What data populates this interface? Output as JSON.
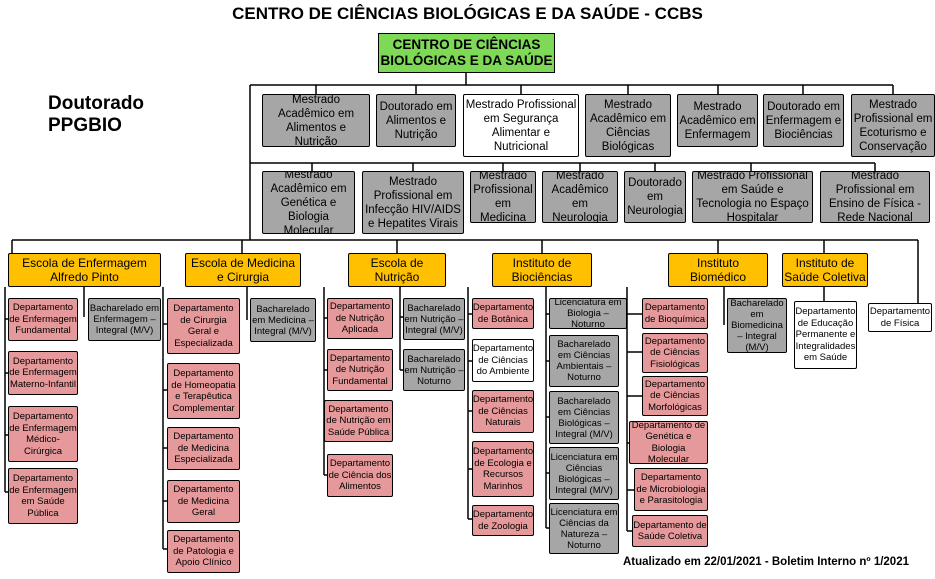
{
  "header": {
    "title": "CENTRO DE CIÊNCIAS BIOLÓGICAS E DA SAÚDE - CCBS"
  },
  "side_label": {
    "line1": "Doutorado",
    "line2": "PPGBIO"
  },
  "footer": "Atualizado em 22/01/2021 - Boletim Interno nº 1/2021",
  "top_unit": "CENTRO DE CIÊNCIAS BIOLÓGICAS E DA SAÚDE",
  "programs_row1": [
    "Mestrado Acadêmico em Alimentos e Nutrição",
    "Doutorado em Alimentos e Nutrição",
    "Mestrado Profissional em Segurança Alimentar e Nutricional",
    "Mestrado Acadêmico em Ciências Biológicas",
    "Mestrado Acadêmico em Enfermagem",
    "Doutorado em Enfermagem e Biociências",
    "Mestrado Profissional em Ecoturismo e Conservação"
  ],
  "programs_row2": [
    "Mestrado Acadêmico em Genética e Biologia Molecular",
    "Mestrado Profissional em Infecção HIV/AIDS e Hepatites Virais",
    "Mestrado Profissional em Medicina",
    "Mestrado Acadêmico em Neurologia",
    "Doutorado em Neurologia",
    "Mestrado Profissional em Saúde e Tecnologia no Espaço Hospitalar",
    "Mestrado Profissional em Ensino de Física - Rede Nacional"
  ],
  "schools": [
    {
      "name": "Escola de Enfermagem Alfredo Pinto",
      "departments": [
        "Departamento de Enfermagem Fundamental",
        "Departamento de Enfermagem Materno-Infantil",
        "Departamento de Enfermagem Médico-Cirúrgica",
        "Departamento de Enfermagem em Saúde Pública"
      ],
      "courses": [
        "Bacharelado em Enfermagem – Integral (M/V)"
      ]
    },
    {
      "name": "Escola de Medicina e Cirurgia",
      "departments": [
        "Departamento de Cirurgia Geral e Especializada",
        "Departamento de Homeopatia e Terapêutica Complementar",
        "Departamento de Medicina Especializada",
        "Departamento de Medicina Geral",
        "Departamento de Patologia e Apoio Clínico"
      ],
      "courses": [
        "Bacharelado em Medicina – Integral (M/V)"
      ]
    },
    {
      "name": "Escola de Nutrição",
      "departments": [
        "Departamento de Nutrição Aplicada",
        "Departamento de Nutrição Fundamental",
        "Departamento de Nutrição em Saúde Pública",
        "Departamento de Ciência dos Alimentos"
      ],
      "courses": [
        "Bacharelado em Nutrição – Integral (M/V)",
        "Bacharelado em Nutrição – Noturno"
      ]
    },
    {
      "name": "Instituto de Biociências",
      "departments": [
        "Departamento de Botânica",
        "Departamento de Ciências do Ambiente",
        "Departamento de Ciências Naturais",
        "Departamento de Ecologia e Recursos Marinhos",
        "Departamento de Zoologia"
      ],
      "courses": [
        "Licenciatura em Biologia – Noturno",
        "Bacharelado em Ciências Ambientais – Noturno",
        "Bacharelado em Ciências Biológicas – Integral (M/V)",
        "Licenciatura em Ciências Biológicas – Integral (M/V)",
        "Licenciatura em Ciências da Natureza – Noturno"
      ]
    },
    {
      "name": "Instituto Biomédico",
      "departments": [
        "Departamento de Bioquímica",
        "Departamento de Ciências Fisiológicas",
        "Departamento de Ciências Morfológicas",
        "Departamento de Genética e Biologia Molecular",
        "Departamento de Microbiologia e Parasitologia",
        "Departamento de Saúde Coletiva"
      ],
      "courses": [
        "Bacharelado em Biomedicina – Integral (M/V)"
      ]
    },
    {
      "name": "Instituto de Saúde Coletiva",
      "departments": [
        "Departamento de Educação Permanente e Integralidades em Saúde"
      ],
      "courses": []
    }
  ],
  "dept_fisica": "Departamento de Física",
  "colors": {
    "top_unit": "#7ed957",
    "program": "#a6a6a6",
    "program_highlight": "#ffffff",
    "school": "#ffc000",
    "department": "#e6999a",
    "course": "#a6a6a6"
  }
}
